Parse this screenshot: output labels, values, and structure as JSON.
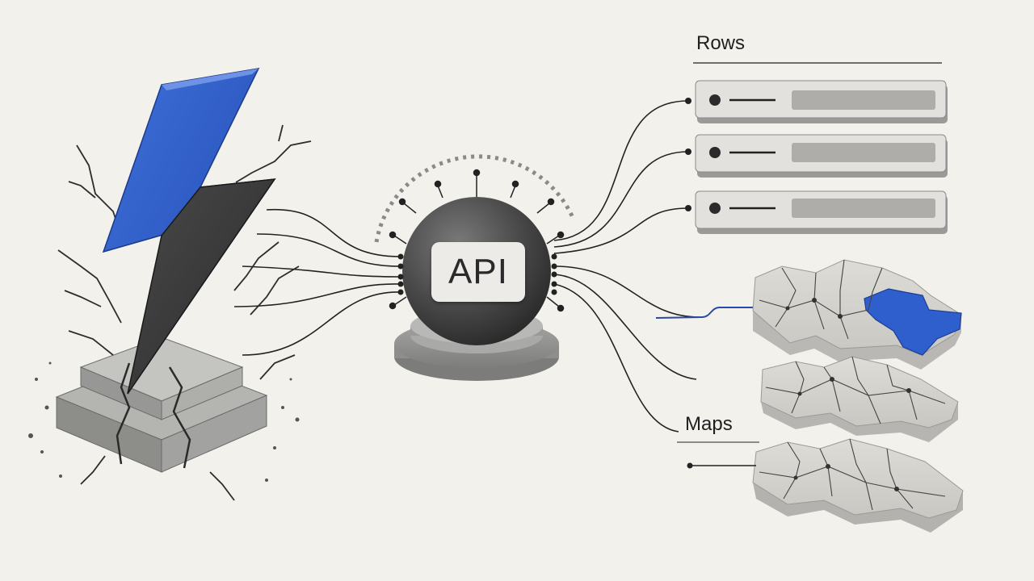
{
  "hub": {
    "label": "API"
  },
  "rows_group": {
    "label": "Rows",
    "count": 3
  },
  "maps_group": {
    "label": "Maps",
    "count": 3,
    "highlighted_tile_index": 0
  },
  "colors": {
    "accent_blue": "#2f5fcc",
    "dark_stone": "#3a3a3a",
    "light_stone": "#dcdcd8",
    "background": "#f3f1ec"
  },
  "icons": [
    "lightning-bolt-icon",
    "cracked-pedestal-icon",
    "api-sphere-icon",
    "row-record-icon",
    "map-tile-icon"
  ]
}
